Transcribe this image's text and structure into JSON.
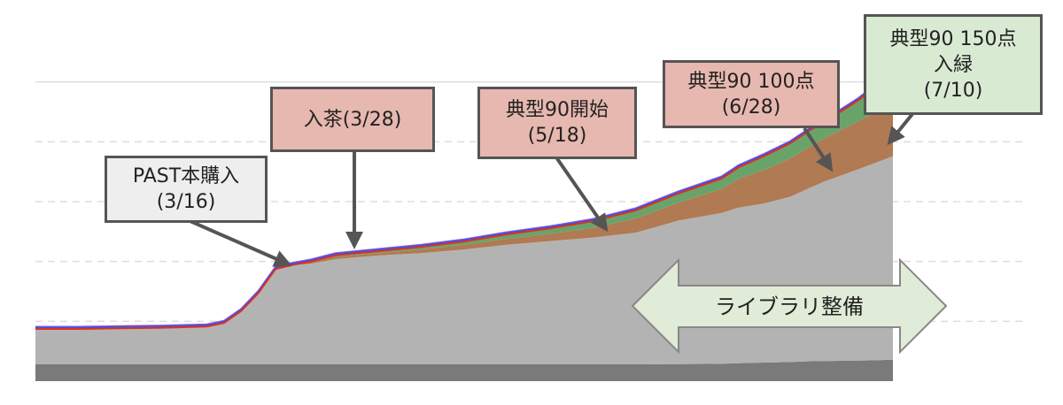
{
  "colors": {
    "background": "#ffffff",
    "gridline": "#dddddd",
    "area_gray": "#b3b3b3",
    "area_dark": "#7a7a7a",
    "area_brown": "#b07a52",
    "area_green": "#6aa36a",
    "line_red": "#e0301e",
    "line_blue": "#3355ee",
    "line_purple": "#9b5fd0",
    "callout_pink": "#e6b8af",
    "callout_gray": "#eeeeee",
    "callout_green": "#d9ead3",
    "callout_border": "#555555",
    "arrow": "#555555",
    "double_arrow_fill": "#e1ecd8",
    "double_arrow_border": "#888888"
  },
  "chart_data": {
    "type": "area",
    "x": [
      0,
      5,
      10,
      15,
      20,
      22,
      24,
      26,
      28,
      30,
      32,
      35,
      40,
      45,
      50,
      55,
      60,
      65,
      70,
      75,
      80,
      82,
      85,
      88,
      90,
      92,
      94,
      96,
      98,
      100
    ],
    "series": [
      {
        "values": [
          14,
          14,
          14,
          14,
          14,
          14,
          14,
          14,
          14,
          14,
          14,
          14,
          14,
          14,
          14,
          14,
          14,
          14,
          14,
          14.2,
          14.5,
          15,
          15.5,
          16,
          16.5,
          16.8,
          17,
          17.2,
          17.5,
          18
        ]
      },
      {
        "values": [
          30,
          30,
          30.5,
          31,
          32,
          35,
          45,
          60,
          80,
          83,
          84,
          88,
          91,
          93,
          96,
          100,
          103,
          106,
          110,
          120,
          126,
          130,
          133,
          138,
          144,
          150,
          155,
          160,
          165,
          170
        ]
      },
      {
        "values": [
          0,
          0,
          0,
          0,
          0,
          0,
          0,
          0,
          0,
          0,
          1,
          2,
          2,
          3,
          4,
          5,
          6,
          8,
          12,
          15,
          20,
          24,
          28,
          32,
          34,
          36,
          38,
          40,
          42,
          44
        ]
      },
      {
        "values": [
          0,
          0,
          0,
          0,
          0,
          0,
          0,
          0,
          0,
          0.5,
          1,
          1.5,
          2,
          2.5,
          3,
          4,
          5,
          6,
          7,
          8,
          9,
          10,
          12,
          13,
          14,
          15,
          16,
          18,
          22,
          26
        ]
      }
    ],
    "ylim": [
      0,
      300
    ]
  },
  "callouts": [
    {
      "lines": [
        "PAST本購入",
        "(3/16)"
      ]
    },
    {
      "lines": [
        "入茶(3/28)"
      ]
    },
    {
      "lines": [
        "典型90開始",
        "(5/18)"
      ]
    },
    {
      "lines": [
        "典型90 100点",
        "(6/28)"
      ]
    },
    {
      "lines": [
        "典型90 150点",
        "入緑",
        "(7/10)"
      ]
    }
  ],
  "range_label": "ライブラリ整備"
}
